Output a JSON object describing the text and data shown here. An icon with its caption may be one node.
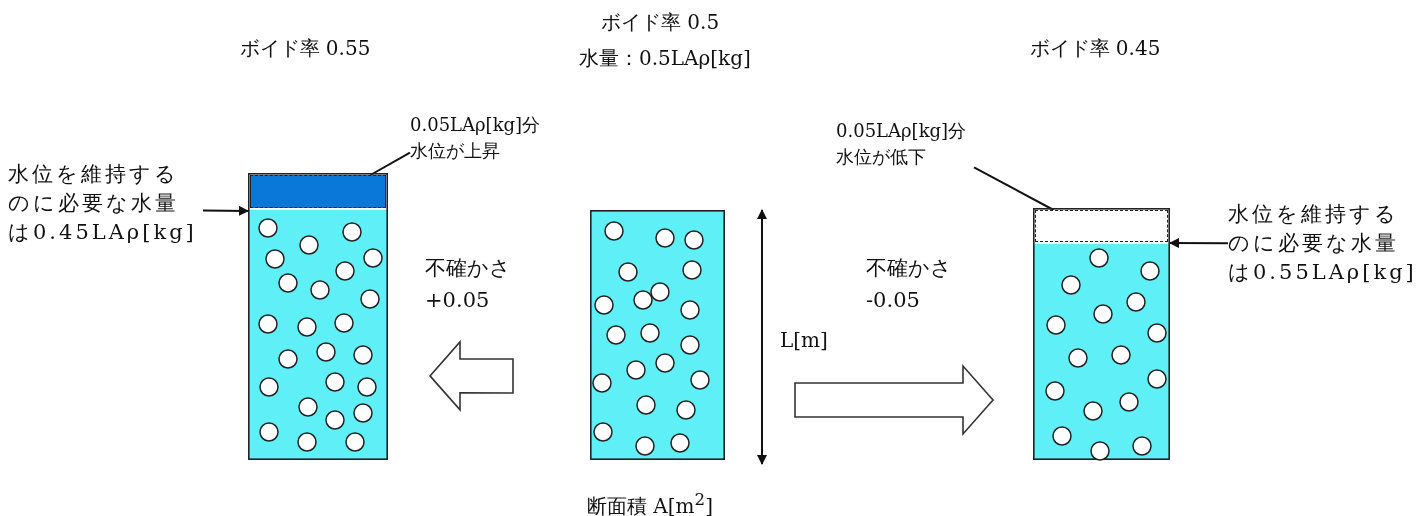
{
  "diagram": {
    "nodes": [
      {
        "text": [],
        "shape": "box"
      },
      {
        "text": [],
        "shape": "bar",
        "in": 0
      },
      {
        "text": [
          "0.05LAρ[kg]分水位が上昇"
        ]
      },
      {
        "text": [
          "水位を維持するのに必要な水量は0.45LAρ[kg]"
        ]
      },
      {
        "text": [],
        "shape": "box"
      },
      {
        "text": [],
        "shape": "box"
      },
      {
        "text": [],
        "shape": "box",
        "in": 5
      },
      {
        "text": [
          "0.05LAρ[kg]分水位が低下"
        ]
      },
      {
        "text": [
          "水位を維持するのに必要な水量は0.55LAρ[kg]"
        ]
      }
    ],
    "edges": [
      {
        "from": 2,
        "to": 1,
        "arrow": "none"
      },
      {
        "from": 3,
        "to": 0,
        "arrow": "to"
      },
      {
        "from": 4,
        "to": 0,
        "arrow": "to",
        "style": "thick",
        "label": "不確かさ +0.05"
      },
      {
        "from": 4,
        "to": 5,
        "arrow": "to",
        "style": "thick",
        "label": "不確かさ -0.05"
      },
      {
        "from": 7,
        "to": 6,
        "arrow": "none"
      },
      {
        "from": 8,
        "to": 5,
        "arrow": "to"
      }
    ],
    "labels": [
      "ボイド率 0.55",
      "ボイド率 0.5",
      "水量：0.5LAρ[kg]",
      "ボイド率 0.45",
      "L[m]",
      "断面積 A[m$^{2}$]"
    ]
  }
}
